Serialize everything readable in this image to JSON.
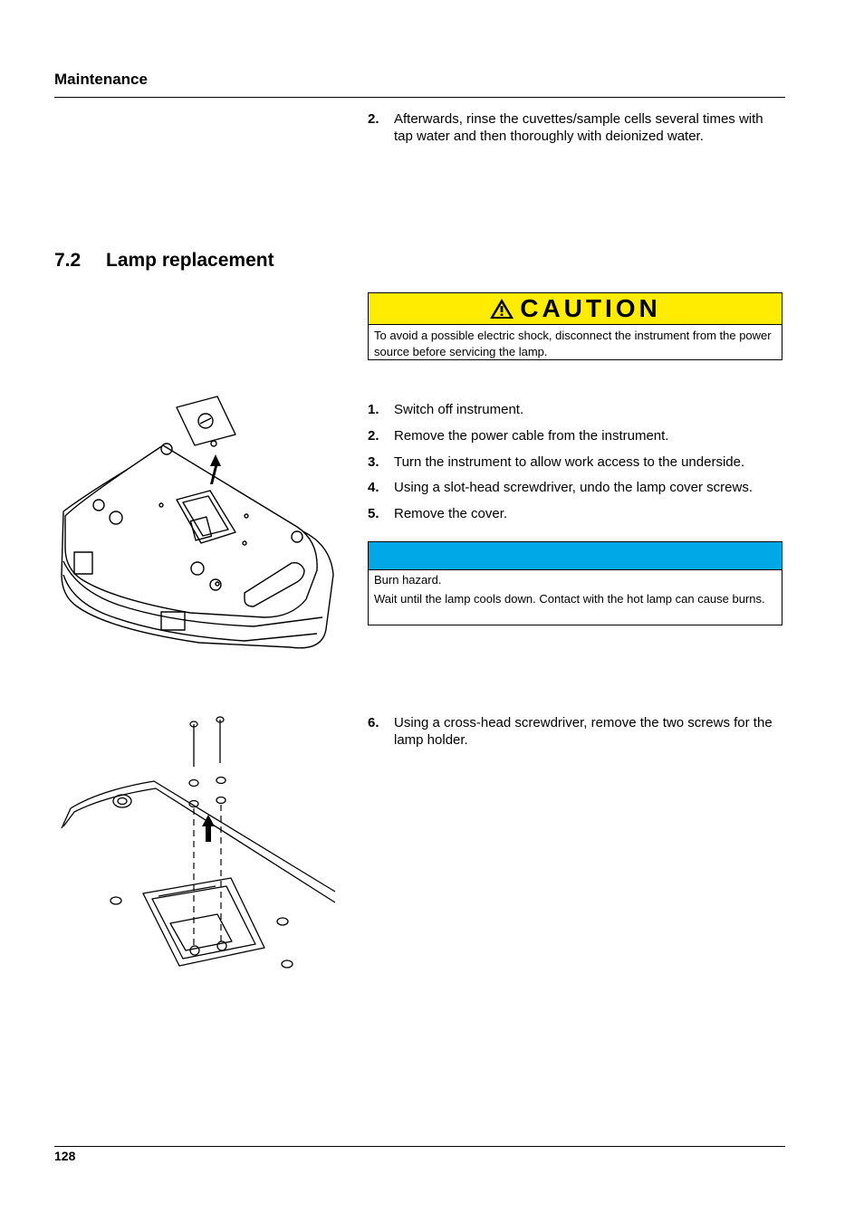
{
  "header": {
    "title": "Maintenance"
  },
  "intro_step": {
    "number": "2.",
    "text": "Afterwards, rinse the cuvettes/sample cells several times with tap water and then thoroughly with deionized water."
  },
  "section": {
    "number": "7.2",
    "title": "Lamp replacement"
  },
  "caution": {
    "label": "CAUTION",
    "icon": "warning-triangle-icon",
    "color": "#ffec00",
    "text": "To avoid a possible electric shock, disconnect the instrument from the power source before servicing the lamp."
  },
  "steps": [
    {
      "number": "1.",
      "text": "Switch off instrument."
    },
    {
      "number": "2.",
      "text": "Remove the power cable from the instrument."
    },
    {
      "number": "3.",
      "text": "Turn the instrument to allow work access to the underside."
    },
    {
      "number": "4.",
      "text": "Using a slot-head screwdriver, undo the lamp cover screws."
    },
    {
      "number": "5.",
      "text": "Remove the cover."
    },
    {
      "number": "6.",
      "text": "Using a cross-head screwdriver, remove the two screws for the lamp holder."
    }
  ],
  "notice": {
    "color": "#00a8e8",
    "line1": "Burn hazard.",
    "line2": "Wait until the lamp cools down. Contact with the hot lamp can cause burns."
  },
  "footer": {
    "page_number": "128"
  }
}
